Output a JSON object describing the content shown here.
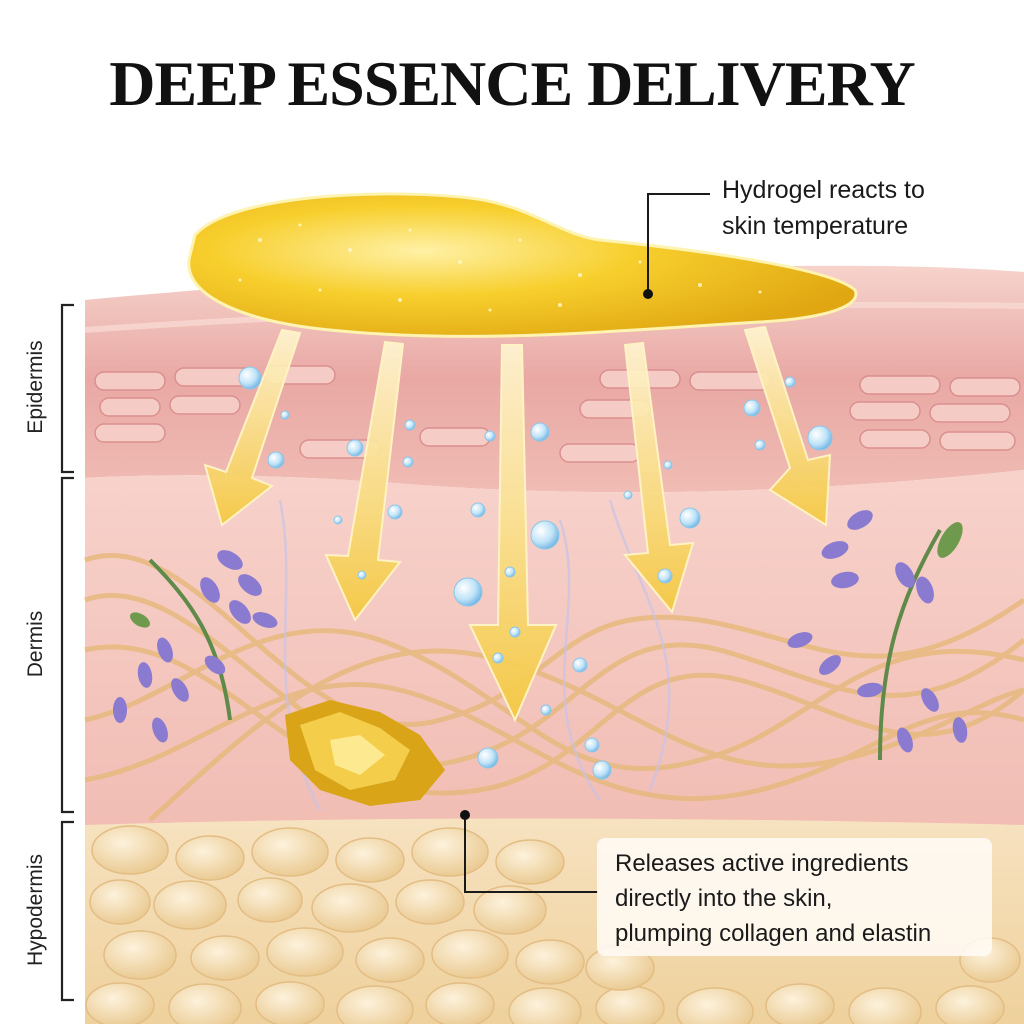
{
  "title": "DEEP ESSENCE DELIVERY",
  "layers": {
    "epidermis": "Epidermis",
    "dermis": "Dermis",
    "hypodermis": "Hypodermis"
  },
  "callouts": {
    "top": [
      "Hydrogel reacts to",
      "skin temperature"
    ],
    "bottom": [
      "Releases active ingredients",
      "directly into the skin,",
      "plumping collagen and elastin"
    ]
  },
  "colors": {
    "gold": "#f2c21c",
    "epidermis": "#e7a3a0",
    "dermis": "#f3c6bf",
    "hypodermis": "#f3d6a6",
    "flower": "#8a7bd0"
  }
}
